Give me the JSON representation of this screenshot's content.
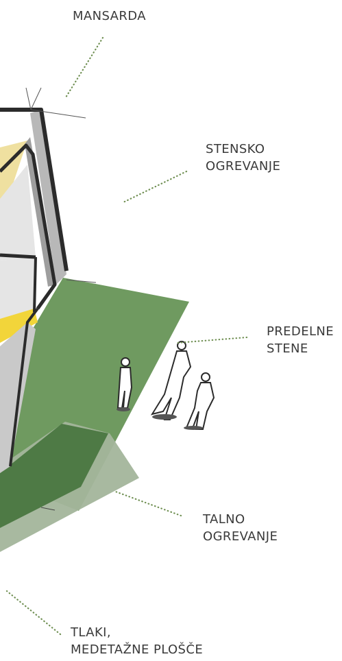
{
  "labels": {
    "mansarda": [
      "MANSARDA"
    ],
    "stensko": [
      "STENSKO",
      "OGREVANJE"
    ],
    "predelne": [
      "PREDELNE",
      "STENE"
    ],
    "talno": [
      "TALNO",
      "OGREVANJE"
    ],
    "tlaki": [
      "TLAKI,",
      "MEDETAŽNE PLOŠČE"
    ]
  },
  "colors": {
    "ground_green": "#6f9a60",
    "dark_green": "#4e7a45",
    "grey_green": "#a3b59b",
    "wall_light": "#e5e5e5",
    "wall_grey": "#b8b8b8",
    "outline": "#2b2b2b",
    "yellow": "#f2d53a",
    "pale_yellow": "#efe0a0",
    "leader_dots": "#6f8f52",
    "text": "#3a3a3a"
  }
}
